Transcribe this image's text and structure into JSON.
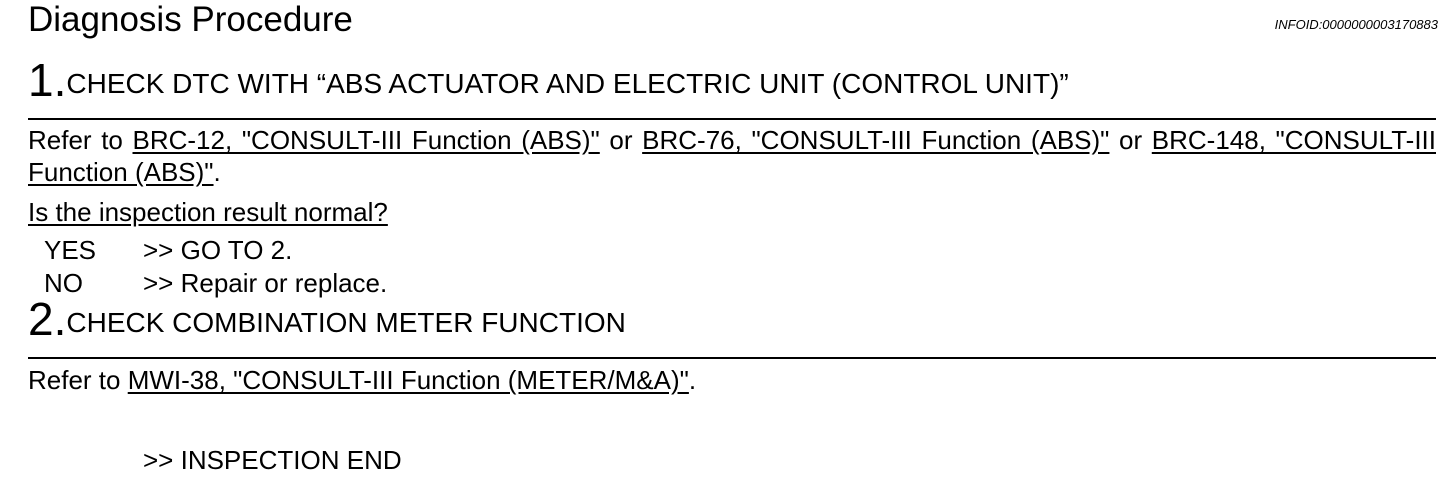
{
  "header": {
    "title": "Diagnosis Procedure",
    "infoid": "INFOID:0000000003170883"
  },
  "step1": {
    "number": "1.",
    "heading": "CHECK DTC WITH “ABS ACTUATOR AND ELECTRIC UNIT (CONTROL UNIT)”",
    "refer_prefix": "Refer to ",
    "link1": "BRC-12, \"CONSULT-III Function (ABS)\"",
    "or1": " or ",
    "link2": "BRC-76, \"CONSULT-III Function (ABS)\"",
    "or2": " or ",
    "link3": "BRC-148, \"CONSULT-III Function (ABS)\"",
    "period": ".",
    "question": "Is the inspection result normal?",
    "yes_label": "YES",
    "yes_action": ">> GO TO 2.",
    "no_label": "NO",
    "no_action": ">> Repair or replace."
  },
  "step2": {
    "number": "2.",
    "heading": "CHECK COMBINATION METER FUNCTION",
    "refer_prefix": "Refer to ",
    "link1": "MWI-38, \"CONSULT-III Function (METER/M&A)\"",
    "period": ".",
    "end": ">> INSPECTION END"
  }
}
